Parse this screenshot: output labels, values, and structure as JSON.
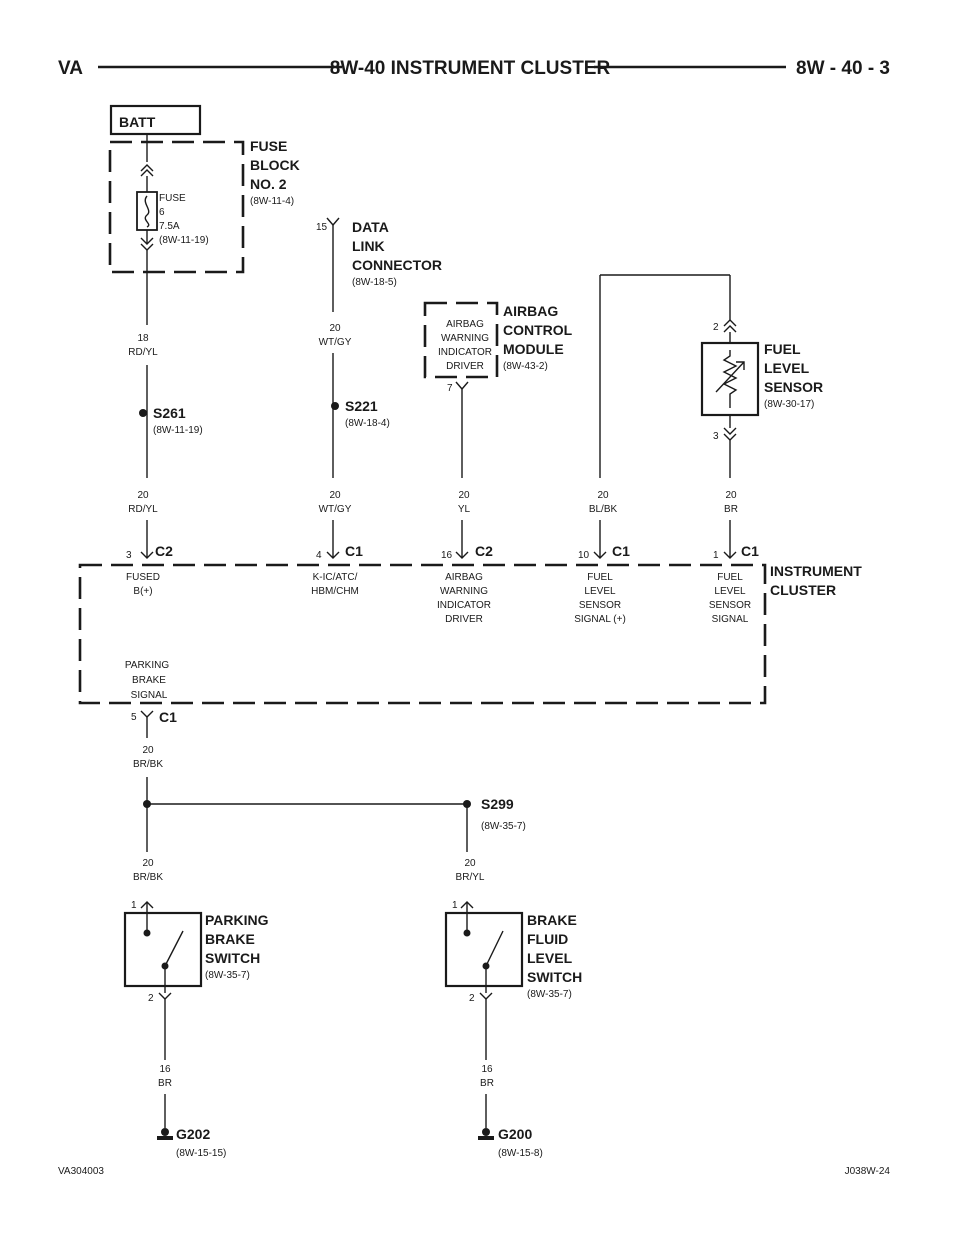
{
  "header": {
    "left": "VA",
    "title": "8W-40 INSTRUMENT CLUSTER",
    "page": "8W - 40 - 3"
  },
  "batt": {
    "label": "BATT"
  },
  "fuse_block": {
    "name_lines": [
      "FUSE",
      "BLOCK",
      "NO. 2"
    ],
    "ref": "(8W-11-4)",
    "fuse_lines": [
      "FUSE",
      "6",
      "7.5A",
      "(8W-11-19)"
    ]
  },
  "dlc": {
    "name_lines": [
      "DATA",
      "LINK",
      "CONNECTOR"
    ],
    "ref": "(8W-18-5)",
    "pin": "15"
  },
  "airbag": {
    "name_lines": [
      "AIRBAG",
      "CONTROL",
      "MODULE"
    ],
    "ref": "(8W-43-2)",
    "inner_lines": [
      "AIRBAG",
      "WARNING",
      "INDICATOR",
      "DRIVER"
    ],
    "pin": "7"
  },
  "fuel_sensor": {
    "name_lines": [
      "FUEL",
      "LEVEL",
      "SENSOR"
    ],
    "ref": "(8W-30-17)",
    "pin_top": "2",
    "pin_bottom": "3"
  },
  "splices": {
    "s261": {
      "label": "S261",
      "ref": "(8W-11-19)"
    },
    "s221": {
      "label": "S221",
      "ref": "(8W-18-4)"
    },
    "s299": {
      "label": "S299",
      "ref": "(8W-35-7)"
    }
  },
  "wires": {
    "rdyl_18": [
      "18",
      "RD/YL"
    ],
    "rdyl_20": [
      "20",
      "RD/YL"
    ],
    "wtgy_a": [
      "20",
      "WT/GY"
    ],
    "wtgy_b": [
      "20",
      "WT/GY"
    ],
    "yl": [
      "20",
      "YL"
    ],
    "blbk": [
      "20",
      "BL/BK"
    ],
    "br": [
      "20",
      "BR"
    ],
    "brbk_a": [
      "20",
      "BR/BK"
    ],
    "brbk_b": [
      "20",
      "BR/BK"
    ],
    "bryl": [
      "20",
      "BR/YL"
    ],
    "br16_a": [
      "16",
      "BR"
    ],
    "br16_b": [
      "16",
      "BR"
    ]
  },
  "cluster": {
    "name_lines": [
      "INSTRUMENT",
      "CLUSTER"
    ],
    "pins": [
      {
        "num": "3",
        "conn": "C2",
        "lines": [
          "FUSED",
          "B(+)"
        ]
      },
      {
        "num": "4",
        "conn": "C1",
        "lines": [
          "K-IC/ATC/",
          "HBM/CHM"
        ]
      },
      {
        "num": "16",
        "conn": "C2",
        "lines": [
          "AIRBAG",
          "WARNING",
          "INDICATOR",
          "DRIVER"
        ]
      },
      {
        "num": "10",
        "conn": "C1",
        "lines": [
          "FUEL",
          "LEVEL",
          "SENSOR",
          "SIGNAL (+)"
        ]
      },
      {
        "num": "1",
        "conn": "C1",
        "lines": [
          "FUEL",
          "LEVEL",
          "SENSOR",
          "SIGNAL"
        ]
      }
    ],
    "bottom_pin": {
      "num": "5",
      "conn": "C1",
      "lines": [
        "PARKING",
        "BRAKE",
        "SIGNAL"
      ]
    }
  },
  "parking_switch": {
    "name_lines": [
      "PARKING",
      "BRAKE",
      "SWITCH"
    ],
    "ref": "(8W-35-7)",
    "pin_top": "1",
    "pin_bottom": "2"
  },
  "brake_fluid_switch": {
    "name_lines": [
      "BRAKE",
      "FLUID",
      "LEVEL",
      "SWITCH"
    ],
    "ref": "(8W-35-7)",
    "pin_top": "1",
    "pin_bottom": "2"
  },
  "grounds": {
    "g202": {
      "label": "G202",
      "ref": "(8W-15-15)"
    },
    "g200": {
      "label": "G200",
      "ref": "(8W-15-8)"
    }
  },
  "footer": {
    "left": "VA304003",
    "right": "J038W-24"
  }
}
